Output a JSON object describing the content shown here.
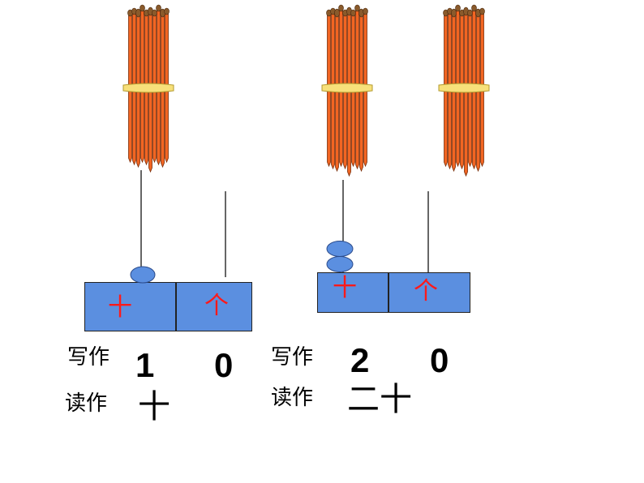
{
  "examples": [
    {
      "tens_label": "十",
      "ones_label": "个",
      "write_label": "写作",
      "tens_digit": "1",
      "ones_digit": "0",
      "read_label": "读作",
      "reading": "十",
      "tens_beads": 1
    },
    {
      "tens_label": "十",
      "ones_label": "个",
      "write_label": "写作",
      "tens_digit": "2",
      "ones_digit": "0",
      "read_label": "读作",
      "reading": "二十",
      "tens_beads": 2
    }
  ],
  "colors": {
    "stick": "#f26522",
    "stick_edge": "#7a2e0a",
    "stick_tip": "#8a5a2b",
    "band": "#f7e07a",
    "bead": "#5b8fe0",
    "box": "#5b8fe0",
    "place_label": "#ff1a1a"
  }
}
